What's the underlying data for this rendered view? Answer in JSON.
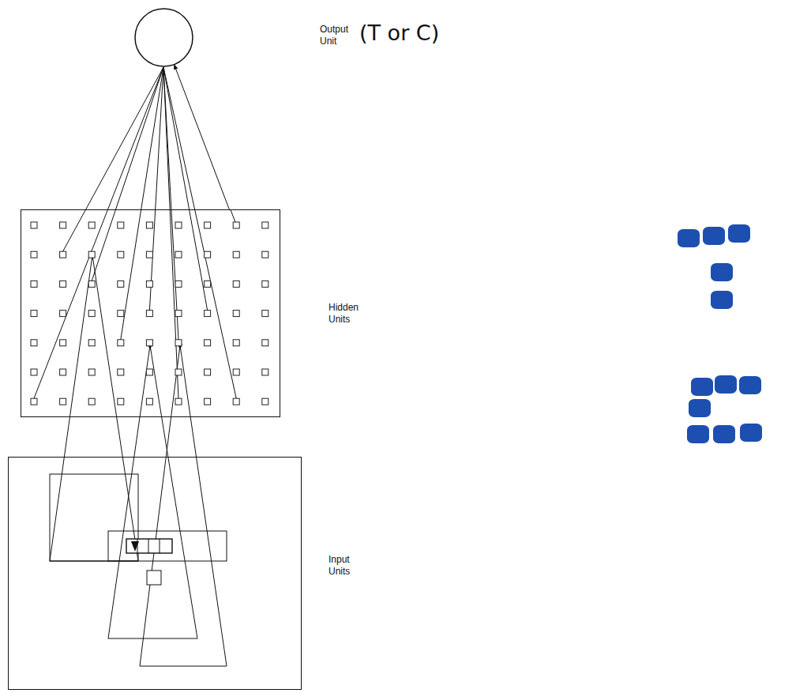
{
  "diagram": {
    "nodes": [
      {
        "text": [
          "Output Unit"
        ]
      },
      {
        "text": [
          "Hidden Units"
        ]
      },
      {
        "text": [
          "Input Units"
        ]
      }
    ],
    "edges": [
      {
        "from": 1,
        "to": 0,
        "arrow": "to"
      },
      {
        "from": 2,
        "to": 1,
        "arrow": "none"
      }
    ],
    "labels": [
      "(T or C)"
    ]
  }
}
